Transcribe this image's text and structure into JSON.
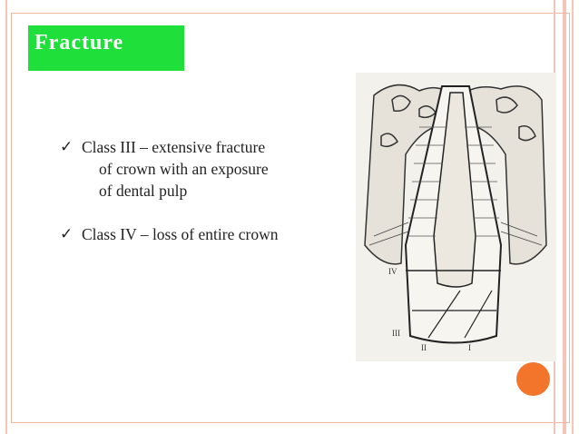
{
  "slide": {
    "title": "Fracture",
    "bullets": [
      {
        "line1": "Class III – extensive fracture",
        "line2": "of crown with an exposure",
        "line3": "of dental pulp"
      },
      {
        "line1": "Class IV – loss of entire crown"
      }
    ],
    "figure": {
      "labels": [
        "IV",
        "III",
        "II",
        "I"
      ]
    }
  },
  "colors": {
    "title_bg": "#1fe03a",
    "accent_rail": "#f4c6b5",
    "dot": "#f3742b"
  }
}
